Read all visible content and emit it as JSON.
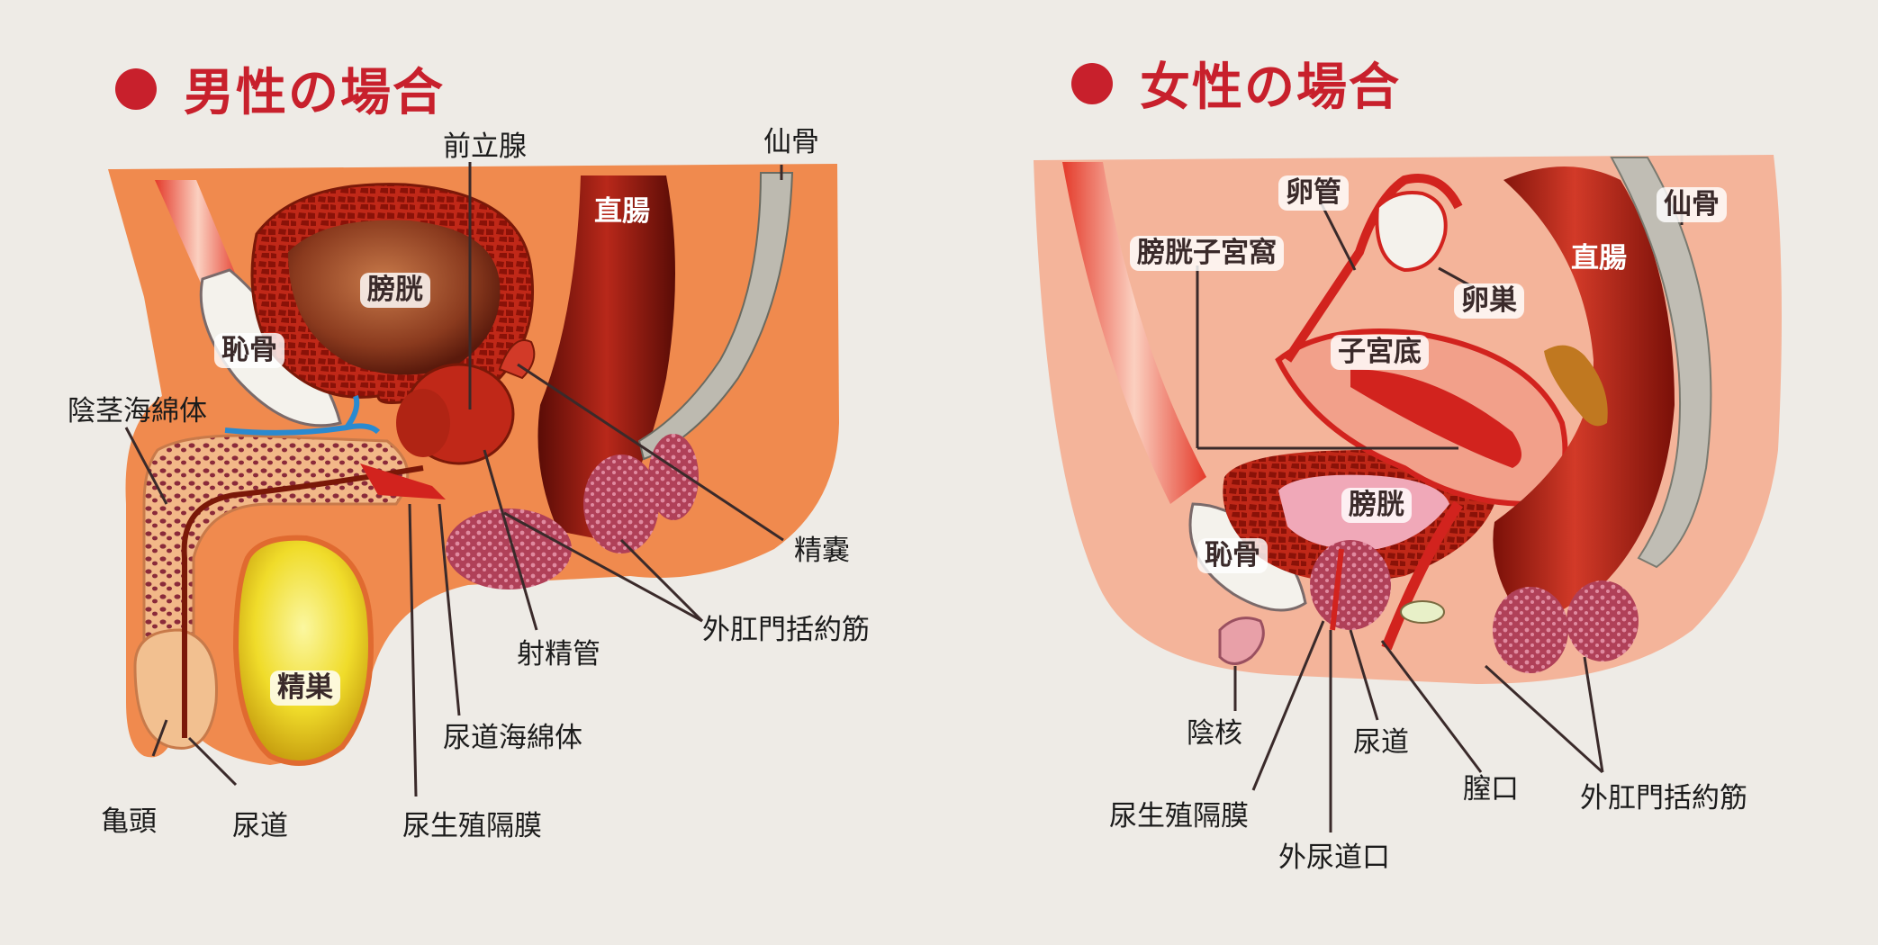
{
  "male": {
    "title": "男性の場合",
    "labels": {
      "prostate": "前立腺",
      "sacrum": "仙骨",
      "rectum": "直腸",
      "bladder": "膀胱",
      "pubis": "恥骨",
      "corpus_cavernosum": "陰茎海綿体",
      "seminal_vesicle": "精嚢",
      "external_anal_sphincter": "外肛門括約筋",
      "ejaculatory_duct": "射精管",
      "testis": "精巣",
      "corpus_spongiosum": "尿道海綿体",
      "glans": "亀頭",
      "urethra": "尿道",
      "urogenital_diaphragm": "尿生殖隔膜"
    }
  },
  "female": {
    "title": "女性の場合",
    "labels": {
      "fallopian_tube": "卵管",
      "sacrum": "仙骨",
      "vesicouterine_pouch": "膀胱子宮窩",
      "ovary": "卵巣",
      "rectum": "直腸",
      "uterine_fundus": "子宮底",
      "bladder": "膀胱",
      "pubis": "恥骨",
      "clitoris": "陰核",
      "urethra": "尿道",
      "vaginal_opening": "膣口",
      "external_anal_sphincter": "外肛門括約筋",
      "urogenital_diaphragm": "尿生殖隔膜",
      "external_urethral_orifice": "外尿道口"
    }
  },
  "colors": {
    "title": "#c8202c",
    "male_background": "#f08a4e",
    "female_background": "#f4b49a",
    "muscle_red": "#d2231e",
    "rectum_dark": "#8b1a10",
    "bone": "#f4f2ec",
    "testis": "#f2e23a",
    "bladder_brown": "#9a4a28"
  }
}
